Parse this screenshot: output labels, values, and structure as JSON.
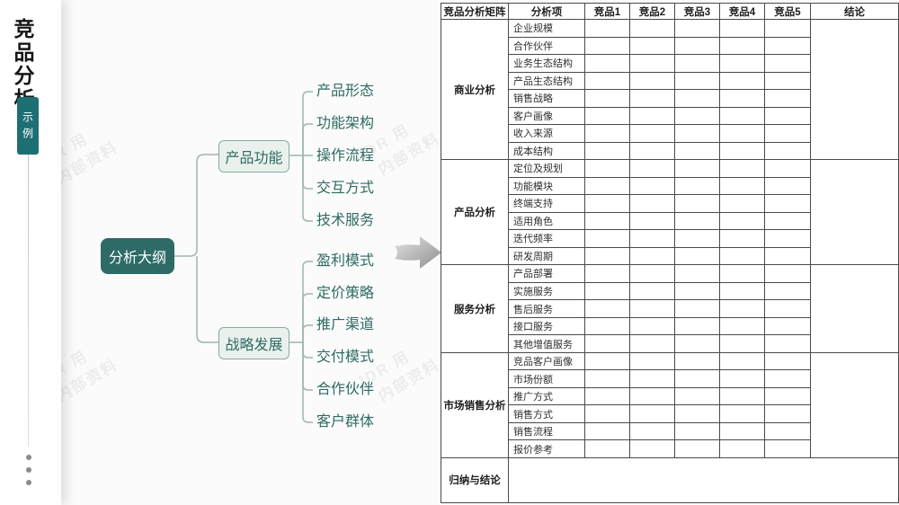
{
  "sidebar": {
    "title": "竞品分析",
    "badge": "示例",
    "dots_count": 3
  },
  "watermark": {
    "line1": "JDR 用",
    "line2": "内部资料"
  },
  "mindmap": {
    "root": "分析大纲",
    "branches": [
      {
        "label": "产品功能",
        "children": [
          "产品形态",
          "功能架构",
          "操作流程",
          "交互方式",
          "技术服务"
        ]
      },
      {
        "label": "战略发展",
        "children": [
          "盈利模式",
          "定价策略",
          "推广渠道",
          "交付模式",
          "合作伙伴",
          "客户群体"
        ]
      }
    ]
  },
  "icons": {
    "flow_arrow": "right-block-arrow"
  },
  "table": {
    "headers": [
      "竞品分析矩阵",
      "分析项",
      "竞品1",
      "竞品2",
      "竞品3",
      "竞品4",
      "竞品5",
      "结论"
    ],
    "competitor_count": 5,
    "groups": [
      {
        "label": "商业分析",
        "items": [
          "企业规模",
          "合作伙伴",
          "业务生态结构",
          "产品生态结构",
          "销售战略",
          "客户画像",
          "收入来源",
          "成本结构"
        ]
      },
      {
        "label": "产品分析",
        "items": [
          "定位及规划",
          "功能模块",
          "终端支持",
          "适用角色",
          "迭代频率",
          "研发周期"
        ]
      },
      {
        "label": "服务分析",
        "items": [
          "产品部署",
          "实施服务",
          "售后服务",
          "接口服务",
          "其他增值服务"
        ]
      },
      {
        "label": "市场销售分析",
        "items": [
          "竞品客户画像",
          "市场份额",
          "推广方式",
          "销售方式",
          "销售流程",
          "报价参考"
        ]
      }
    ],
    "footer_label": "归纳与结论"
  },
  "colors": {
    "teal_dark": "#2E6B66",
    "badge_teal": "#1E6F74",
    "node_fill": "#EAF1ED",
    "node_border": "#85ABA1",
    "node_text": "#2E6B63",
    "connector": "#9CB6AE",
    "table_border": "#4a4a4a"
  }
}
